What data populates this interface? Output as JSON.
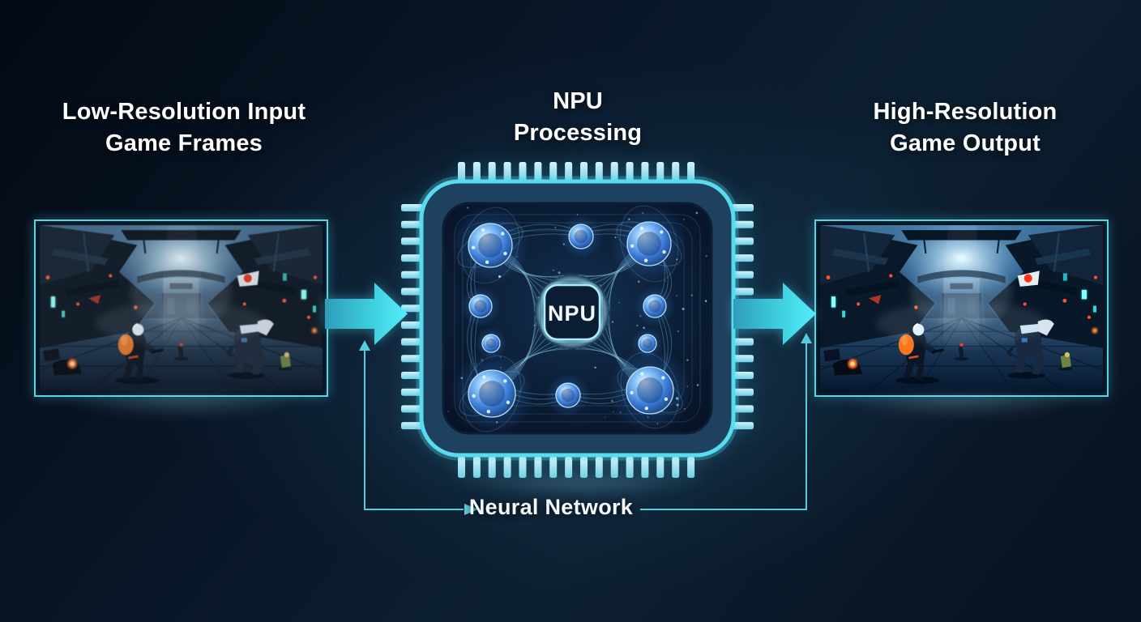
{
  "titles": {
    "left": {
      "line1": "Low-Resolution Input",
      "line2": "Game Frames"
    },
    "center": {
      "line1": "NPU",
      "line2": "Processing"
    },
    "right": {
      "line1": "High-Resolution",
      "line2": "Game Output"
    }
  },
  "chip": {
    "die_label": "NPU"
  },
  "flow": {
    "bottom_label": "Neural Network"
  },
  "icons": {
    "input_arrow": "block-arrow-right",
    "output_arrow": "block-arrow-right",
    "feedback_left": "elbow-line-up-and-right-arrow",
    "feedback_right": "elbow-line-up-arrow"
  },
  "colors": {
    "background": "#0a1a2c",
    "chip_border_cyan": "#58dbee",
    "pin_cyan": "#a9e7f3",
    "arrow_cyan": "#3fd2e6",
    "connector_cyan": "#58cadd",
    "neuron_blue": "#4a9ae8",
    "title_text": "#ffffff"
  }
}
